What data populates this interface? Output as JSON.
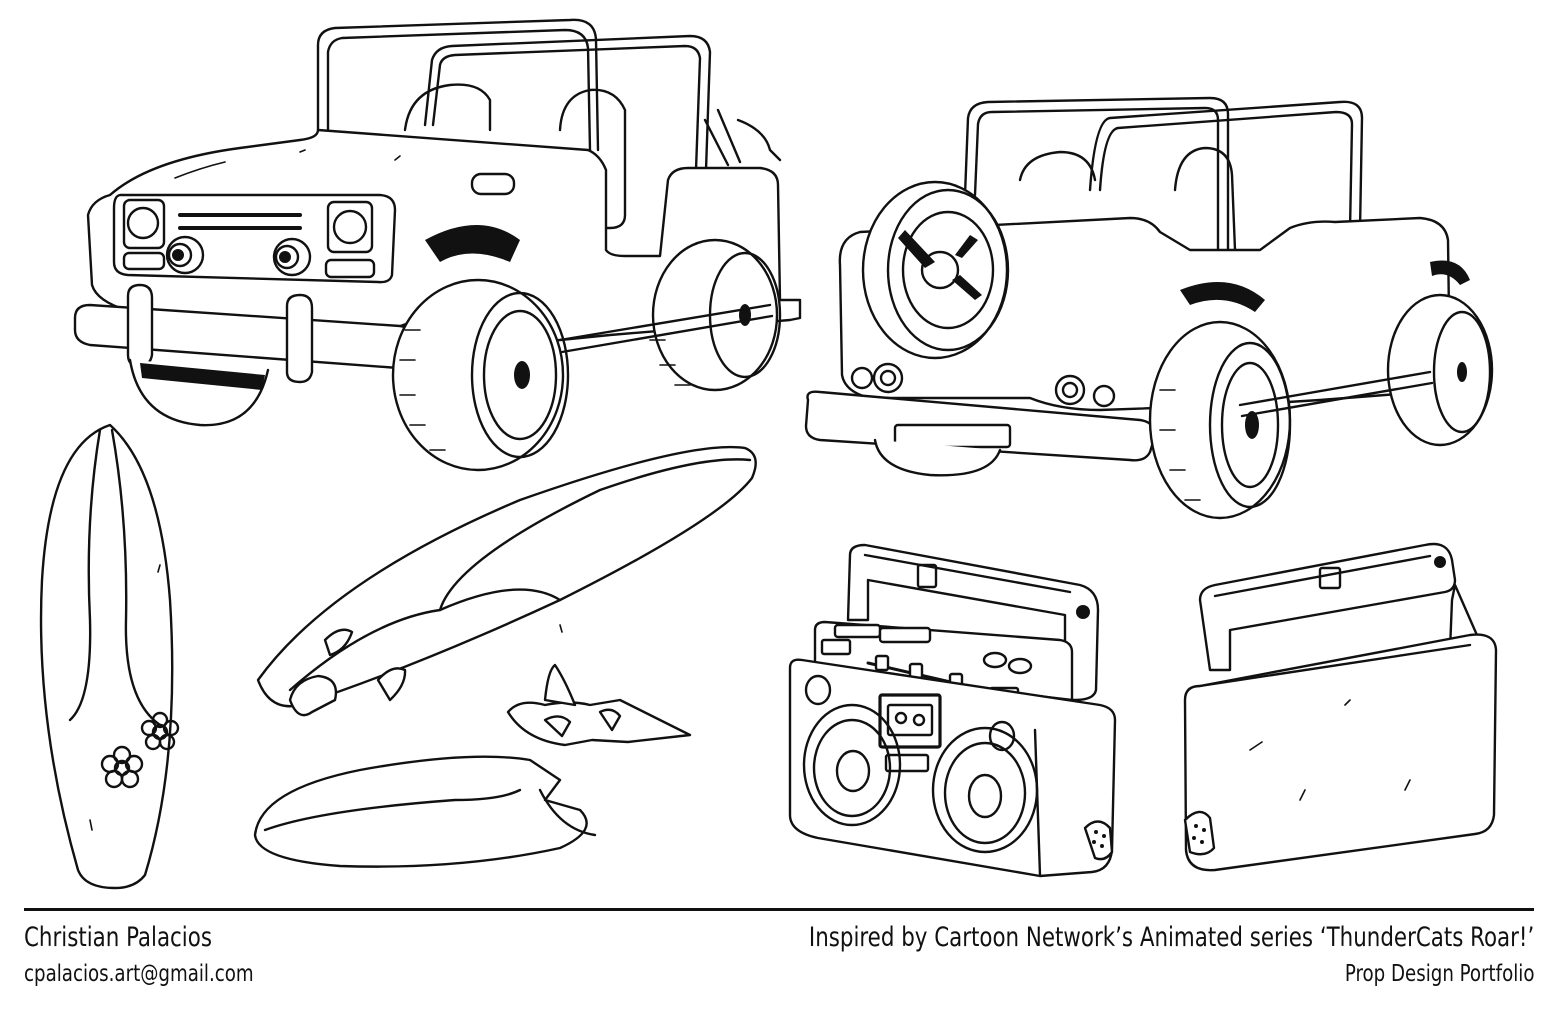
{
  "footer": {
    "artist_name": "Christian Palacios",
    "email": "cpalacios.art@gmail.com",
    "credit_line": "Inspired by Cartoon Network’s Animated series ‘ThunderCats Roar!’",
    "subtitle": "Prop Design Portfolio"
  },
  "illustrations": [
    {
      "name": "jeep-front-view"
    },
    {
      "name": "jeep-rear-view"
    },
    {
      "name": "surfboard-vertical-floral"
    },
    {
      "name": "surfboard-long-diagonal"
    },
    {
      "name": "surfboard-broken"
    },
    {
      "name": "boombox-front"
    },
    {
      "name": "boombox-blank"
    }
  ]
}
